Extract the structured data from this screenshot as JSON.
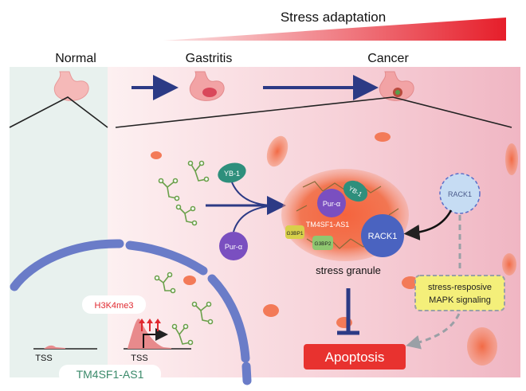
{
  "header": {
    "gradient_label": "Stress adaptation",
    "stages": [
      "Normal",
      "Gastritis",
      "Cancer"
    ]
  },
  "proteins": {
    "yb1": "YB-1",
    "pur_alpha": "Pur-α",
    "rack1": "RACK1",
    "g3bp1": "G3BP1",
    "g3bp2": "G3BP2"
  },
  "granule": {
    "lncrna_label": "TM4SF1-AS1",
    "caption": "stress granule"
  },
  "signaling": {
    "label_line1": "stress-resposive",
    "label_line2": "MAPK signaling"
  },
  "outcome": {
    "apoptosis": "Apoptosis"
  },
  "nucleus": {
    "histone_mark": "H3K4me3",
    "tss_left": "TSS",
    "tss_right": "TSS",
    "gene_label": "TM4SF1-AS1"
  },
  "colors": {
    "arrow_navy": "#2c3a85",
    "apoptosis_red": "#e8322f",
    "granule_orange": "#f07a55",
    "nucleus_blue": "#6a7cc8",
    "pur_purple": "#7a4fc0",
    "yb1_teal": "#2e8f7c",
    "rack1_blue": "#4a63c0",
    "mapk_yellow": "#f4ef7a"
  }
}
